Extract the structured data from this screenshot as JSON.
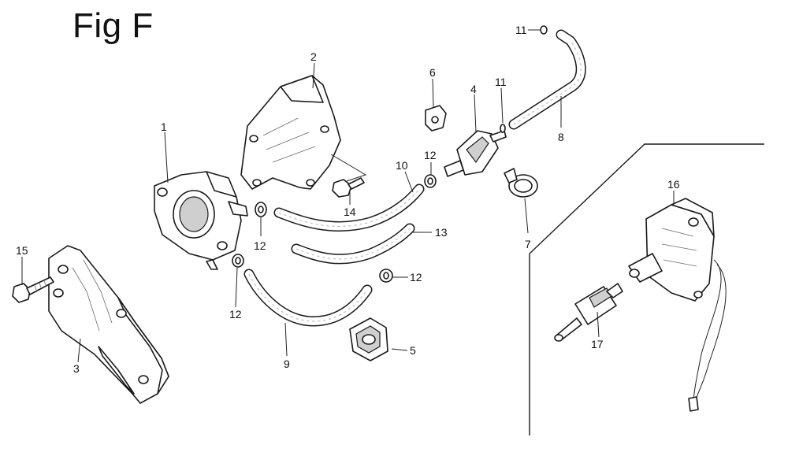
{
  "figure": {
    "title": "Fig F"
  },
  "callouts": {
    "p1": "1",
    "p2": "2",
    "p3": "3",
    "p4": "4",
    "p5": "5",
    "p6": "6",
    "p7": "7",
    "p8": "8",
    "p9": "9",
    "p10": "10",
    "p11a": "11",
    "p11b": "11",
    "p12a": "12",
    "p12b": "12",
    "p12c": "12",
    "p12d": "12",
    "p13": "13",
    "p14": "14",
    "p15": "15",
    "p16": "16",
    "p17": "17"
  }
}
